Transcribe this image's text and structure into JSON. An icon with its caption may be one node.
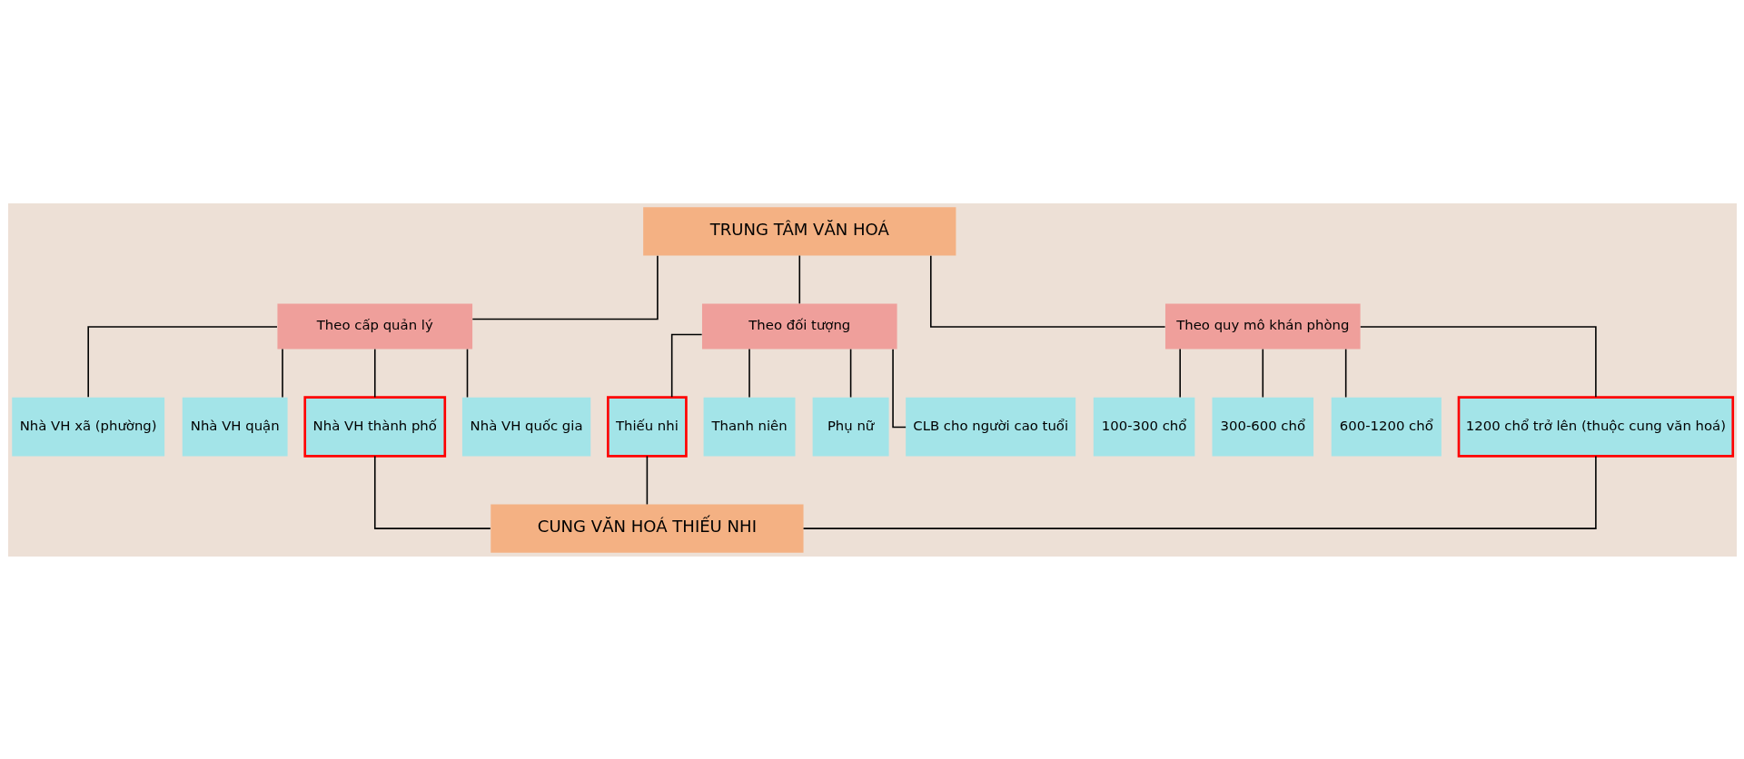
{
  "diagram": {
    "nodes": [
      {
        "text": [
          "TRUNG TÂM VĂN HOÁ"
        ]
      },
      {
        "text": [
          "Theo cấp quản lý"
        ]
      },
      {
        "text": [
          "Theo đối tượng"
        ]
      },
      {
        "text": [
          "Theo quy mô khán phòng"
        ]
      },
      {
        "text": [
          "Nhà VH xã (phường)"
        ]
      },
      {
        "text": [
          "Nhà VH quận"
        ]
      },
      {
        "text": [
          "Nhà VH thành phố"
        ]
      },
      {
        "text": [
          "Nhà VH quốc gia"
        ]
      },
      {
        "text": [
          "Thiếu nhi"
        ]
      },
      {
        "text": [
          "Thanh niên"
        ]
      },
      {
        "text": [
          "Phụ nữ"
        ]
      },
      {
        "text": [
          "CLB cho người cao tuổi"
        ]
      },
      {
        "text": [
          "100-300 chổ"
        ]
      },
      {
        "text": [
          "300-600 chổ"
        ]
      },
      {
        "text": [
          "600-1200 chổ"
        ]
      },
      {
        "text": [
          "1200 chổ trở lên (thuộc cung văn hoá)"
        ]
      },
      {
        "text": [
          "CUNG VĂN HOÁ THIẾU NHI"
        ]
      }
    ],
    "edges": [
      {
        "from": 0,
        "to": 1,
        "arrow": "none"
      },
      {
        "from": 0,
        "to": 2,
        "arrow": "none"
      },
      {
        "from": 0,
        "to": 3,
        "arrow": "none"
      },
      {
        "from": 1,
        "to": 4,
        "arrow": "none"
      },
      {
        "from": 1,
        "to": 5,
        "arrow": "none"
      },
      {
        "from": 1,
        "to": 6,
        "arrow": "none"
      },
      {
        "from": 1,
        "to": 7,
        "arrow": "none"
      },
      {
        "from": 2,
        "to": 8,
        "arrow": "none"
      },
      {
        "from": 2,
        "to": 9,
        "arrow": "none"
      },
      {
        "from": 2,
        "to": 10,
        "arrow": "none"
      },
      {
        "from": 2,
        "to": 11,
        "arrow": "none"
      },
      {
        "from": 3,
        "to": 12,
        "arrow": "none"
      },
      {
        "from": 3,
        "to": 13,
        "arrow": "none"
      },
      {
        "from": 3,
        "to": 14,
        "arrow": "none"
      },
      {
        "from": 3,
        "to": 15,
        "arrow": "none"
      },
      {
        "from": 6,
        "to": 16,
        "arrow": "none"
      },
      {
        "from": 8,
        "to": 16,
        "arrow": "none"
      },
      {
        "from": 15,
        "to": 16,
        "arrow": "none"
      }
    ]
  }
}
